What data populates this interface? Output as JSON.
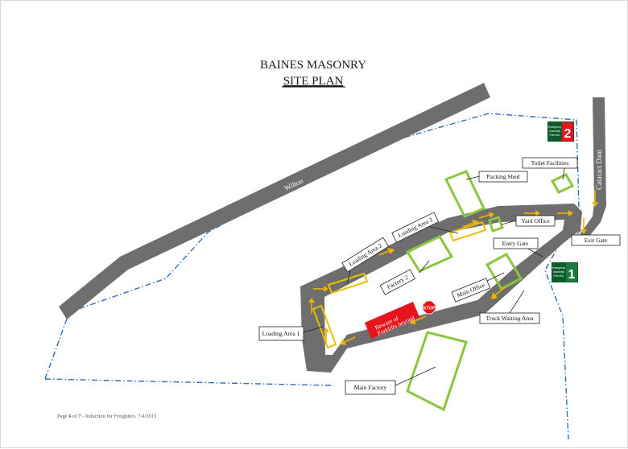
{
  "header": {
    "company": "BAINES MASONRY",
    "subtitle": "SITE PLAN"
  },
  "roads": {
    "wilton": "Wilton",
    "cataract_dam": "Cataract Dam"
  },
  "labels": {
    "packing_shed": "Packing Shed",
    "toilet_facilities": "Toilet Facilities",
    "yard_office": "Yard Office",
    "exit_gate": "Exit Gate",
    "entry_gate": "Entry Gate",
    "loading_area_1": "Loading Area 1",
    "loading_area_2": "Loading Area 2",
    "loading_area_3": "Loading Area 3",
    "factory_2": "Factory 2",
    "main_office": "Main Office",
    "truck_waiting_area": "Truck Waiting Area",
    "main_factory": "Main Factory"
  },
  "warning_sign": {
    "line1": "Beware of",
    "line2": "Forklifts beyond",
    "color": "#e8141b"
  },
  "stop_sign": {
    "text": "STOP",
    "color": "#e8141b"
  },
  "assembly_points": [
    {
      "line1": "Emergency",
      "line2": "Assembly",
      "line3": "Point No.",
      "number": "2"
    },
    {
      "line1": "Emergency",
      "line2": "Assembly",
      "line3": "Point No.",
      "number": "1"
    }
  ],
  "footer": {
    "page_word": "Page",
    "page_current": "6",
    "of_word": "of",
    "page_total": "7",
    "doc_title": "- Induction for Freighters. 7/4/2015"
  },
  "colors": {
    "road": "#6e6e6e",
    "building_outline": "#8cc63f",
    "loading_outline": "#e6c000",
    "arrow": "#f0b400",
    "fence": "#2f6fb5",
    "assembly_green": "#0b5a2a"
  }
}
